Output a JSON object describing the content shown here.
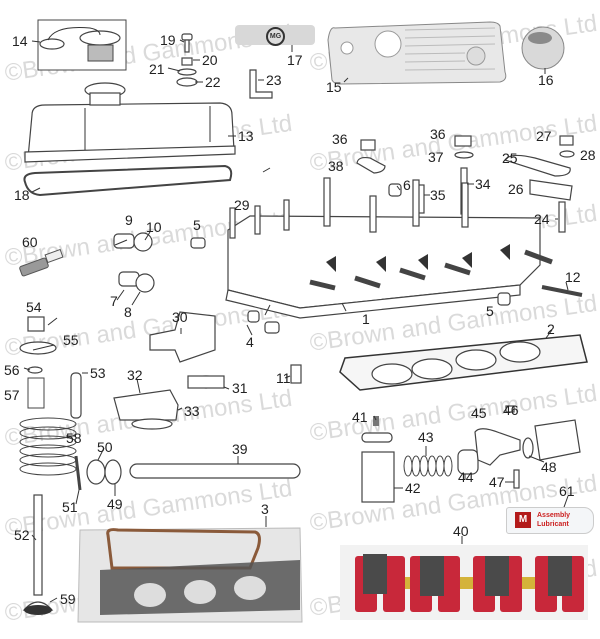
{
  "diagram": {
    "title": "Cylinder head components",
    "watermark_text": "©Brown and Gammons Ltd",
    "badge_text": "MG",
    "lubricant_label": "Assembly Lubricant",
    "lubricant_brand": "M",
    "accent_colors": {
      "rocker_red": "#c8283a",
      "shaft_brass": "#d4b33a",
      "pillar_grey": "#4a4a4a"
    },
    "callouts": [
      {
        "id": "14",
        "label": "14"
      },
      {
        "id": "19",
        "label": "19"
      },
      {
        "id": "20",
        "label": "20"
      },
      {
        "id": "21",
        "label": "21"
      },
      {
        "id": "22",
        "label": "22"
      },
      {
        "id": "17",
        "label": "17"
      },
      {
        "id": "23",
        "label": "23"
      },
      {
        "id": "15",
        "label": "15"
      },
      {
        "id": "16",
        "label": "16"
      },
      {
        "id": "13",
        "label": "13"
      },
      {
        "id": "18",
        "label": "18"
      },
      {
        "id": "36a",
        "label": "36"
      },
      {
        "id": "38",
        "label": "38"
      },
      {
        "id": "36b",
        "label": "36"
      },
      {
        "id": "37",
        "label": "37"
      },
      {
        "id": "27",
        "label": "27"
      },
      {
        "id": "28",
        "label": "28"
      },
      {
        "id": "25",
        "label": "25"
      },
      {
        "id": "26",
        "label": "26"
      },
      {
        "id": "6",
        "label": "6"
      },
      {
        "id": "35",
        "label": "35"
      },
      {
        "id": "34",
        "label": "34"
      },
      {
        "id": "29",
        "label": "29"
      },
      {
        "id": "24",
        "label": "24"
      },
      {
        "id": "9",
        "label": "9"
      },
      {
        "id": "10",
        "label": "10"
      },
      {
        "id": "5a",
        "label": "5"
      },
      {
        "id": "60",
        "label": "60"
      },
      {
        "id": "7",
        "label": "7"
      },
      {
        "id": "8",
        "label": "8"
      },
      {
        "id": "12",
        "label": "12"
      },
      {
        "id": "54",
        "label": "54"
      },
      {
        "id": "55",
        "label": "55"
      },
      {
        "id": "30",
        "label": "30"
      },
      {
        "id": "4",
        "label": "4"
      },
      {
        "id": "5b",
        "label": "5"
      },
      {
        "id": "1",
        "label": "1"
      },
      {
        "id": "2",
        "label": "2"
      },
      {
        "id": "56",
        "label": "56"
      },
      {
        "id": "53",
        "label": "53"
      },
      {
        "id": "57",
        "label": "57"
      },
      {
        "id": "32",
        "label": "32"
      },
      {
        "id": "31",
        "label": "31"
      },
      {
        "id": "11",
        "label": "11"
      },
      {
        "id": "33",
        "label": "33"
      },
      {
        "id": "41",
        "label": "41"
      },
      {
        "id": "45",
        "label": "45"
      },
      {
        "id": "46",
        "label": "46"
      },
      {
        "id": "58",
        "label": "58"
      },
      {
        "id": "50",
        "label": "50"
      },
      {
        "id": "39",
        "label": "39"
      },
      {
        "id": "43",
        "label": "43"
      },
      {
        "id": "44",
        "label": "44"
      },
      {
        "id": "48",
        "label": "48"
      },
      {
        "id": "49",
        "label": "49"
      },
      {
        "id": "51",
        "label": "51"
      },
      {
        "id": "42",
        "label": "42"
      },
      {
        "id": "47",
        "label": "47"
      },
      {
        "id": "61",
        "label": "61"
      },
      {
        "id": "3",
        "label": "3"
      },
      {
        "id": "40",
        "label": "40"
      },
      {
        "id": "52",
        "label": "52"
      },
      {
        "id": "59",
        "label": "59"
      }
    ]
  }
}
